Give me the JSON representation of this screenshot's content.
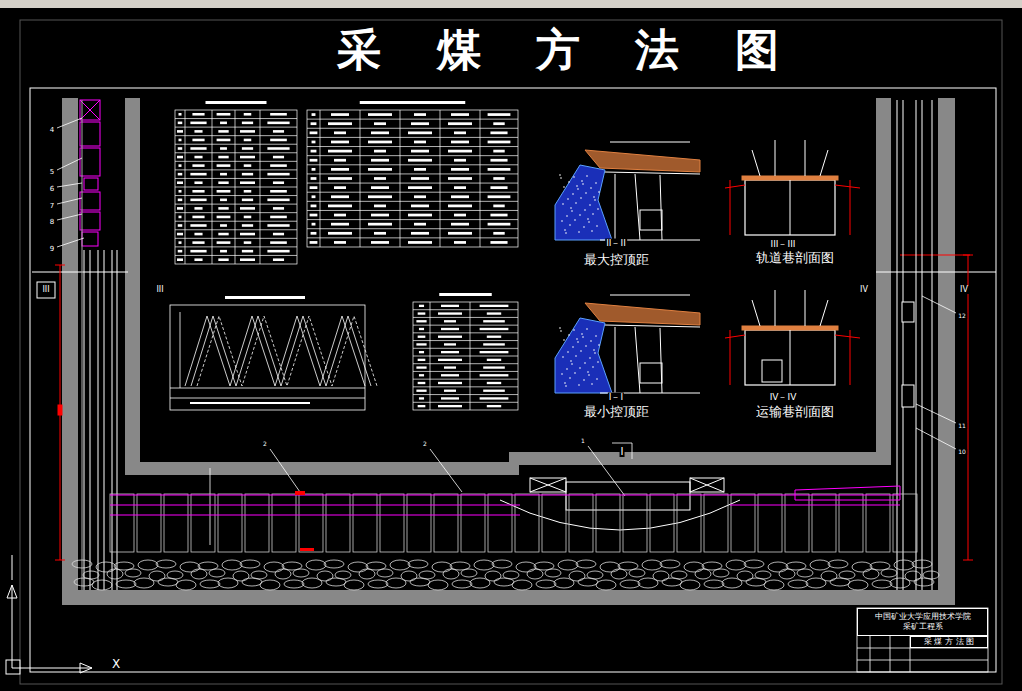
{
  "diagram": {
    "title": "采 煤 方 法 图",
    "nodes": [
      {
        "text": [
          "中国矿业大学应用技术学院",
          "采矿工程系"
        ]
      },
      {
        "text": [
          "采 煤 方 法 图"
        ]
      }
    ],
    "labels": [
      "4",
      "5",
      "6",
      "7",
      "8",
      "9",
      "III",
      "III",
      "IV",
      "IV",
      "12",
      "11",
      "10",
      "II－II",
      "最大控顶距",
      "III－III",
      "轨道巷剖面图",
      "I－I",
      "最小控顶距",
      "IV－IV",
      "运输巷剖面图",
      "2",
      "2",
      "1",
      "I",
      "X"
    ]
  }
}
